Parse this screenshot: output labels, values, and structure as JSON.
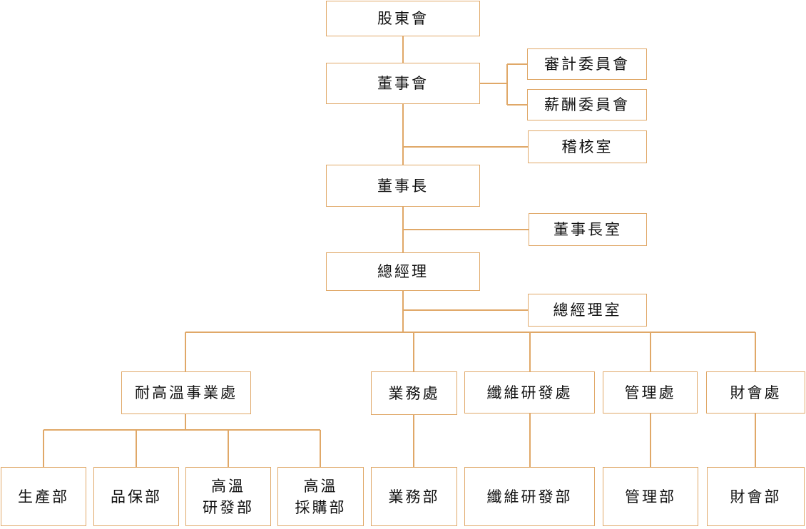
{
  "org_chart": {
    "line_color": "#e0a868",
    "shareholders": "股東會",
    "board": "董事會",
    "audit_committee": "審計委員會",
    "remuneration_committee": "薪酬委員會",
    "internal_audit": "稽核室",
    "chairman": "董事長",
    "chairman_office": "董事長室",
    "general_manager": "總經理",
    "gm_office": "總經理室",
    "divisions": {
      "high_temp_division": "耐高溫事業處",
      "sales_division": "業務處",
      "fiber_rd_division": "纖維研發處",
      "management_division": "管理處",
      "finance_division": "財會處"
    },
    "departments": {
      "production": "生產部",
      "quality_assurance": "品保部",
      "high_temp_rd_line1": "高溫",
      "high_temp_rd_line2": "研發部",
      "high_temp_purchasing_line1": "高溫",
      "high_temp_purchasing_line2": "採購部",
      "sales": "業務部",
      "fiber_rd": "纖維研發部",
      "management": "管理部",
      "finance": "財會部"
    }
  }
}
